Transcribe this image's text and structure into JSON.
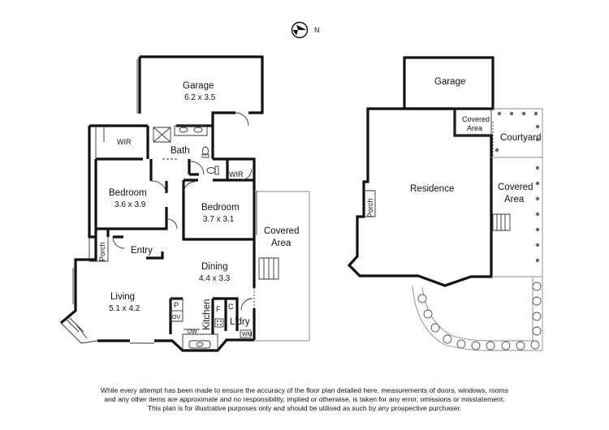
{
  "compass": {
    "label": "N"
  },
  "main_plan": {
    "garage": {
      "name": "Garage",
      "size": "6.2 x 3.5"
    },
    "wir_left": "WIR",
    "bath": "Bath",
    "bedroom1": {
      "name": "Bedroom",
      "size": "3.6 x 3.9"
    },
    "bedroom2": {
      "name": "Bedroom",
      "size": "3.7 x 3.1"
    },
    "wir_right": "WIR",
    "covered_area": {
      "line1": "Covered",
      "line2": "Area"
    },
    "porch": "Porch",
    "entry": "Entry",
    "dining": {
      "name": "Dining",
      "size": "4.4 x 3.3"
    },
    "living": {
      "name": "Living",
      "size": "5.1 x 4.2"
    },
    "kitchen": "Kitchen",
    "pantry": "P",
    "oven": "OV",
    "dishwasher": "DW",
    "fridge": "F",
    "cupboard": "C",
    "laundry": "L'dry",
    "washing_machine": "WM"
  },
  "site_plan": {
    "garage": "Garage",
    "covered_area_small": {
      "line1": "Covered",
      "line2": "Area"
    },
    "courtyard": "Courtyard",
    "residence": "Residence",
    "covered_area": {
      "line1": "Covered",
      "line2": "Area"
    },
    "porch": "Porch"
  },
  "disclaimer": [
    "While every attempt has been made to ensure the accuracy of the floor plan detailed here, measurements of doors, windows, rooms",
    "and any other items are approximate and no responsibility, implied or otherwise, is taken for any error, omissions or misstatement.",
    "This plan is for illustrative purposes only and should be utilised as such by any prospective purchaser."
  ]
}
